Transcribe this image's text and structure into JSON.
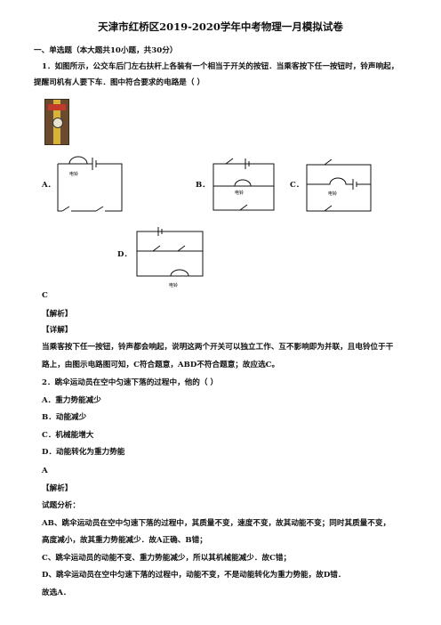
{
  "title": "天津市红桥区2019-2020学年中考物理一月模拟试卷",
  "section": "一、单选题（本大题共10小题，共30分）",
  "q1": {
    "line1": "1．如图所示，公交车后门左右扶杆上各装有一个相当于开关的按钮．当乘客按下任一按钮时，铃声响起，",
    "line2": "提醒司机有人要下车．图中符合要求的电路是（  ）",
    "opt_a": "A．",
    "opt_b": "B．",
    "opt_c": "C．",
    "opt_d": "D．",
    "bell_label": "电铃",
    "answer": "C",
    "analysis_tag": "【解析】",
    "detail_tag": "【详解】",
    "detail1": "当乘客按下任一按钮，铃声都会响起，说明这两个开关可以独立工作、互不影响即为并联，且电铃位于干",
    "detail2": "路上，由图示电路图可知，C符合题意，ABD不符合题意；故应选C。"
  },
  "q2": {
    "stem": "2．跳伞运动员在空中匀速下落的过程中，他的（  ）",
    "a": "A．重力势能减少",
    "b": "B．动能减少",
    "c": "C．机械能增大",
    "d": "D．动能转化为重力势能",
    "answer": "A",
    "analysis_tag": "【解析】",
    "sub": "试题分析：",
    "p1": "AB、跳伞运动员在空中匀速下落的过程中，其质量不变，速度不变，故其动能不变；同时其质量不变，",
    "p2": "高度减小，故其重力势能减少．故A正确、B错；",
    "p3": "C、跳伞运动员的动能不变、重力势能减少，所以其机械能减少．故C错；",
    "p4": "D、跳伞运动员在空中匀速下落的过程中，动能不变，不是动能转化为重力势能，故D错．",
    "conclusion": "故选A．"
  }
}
